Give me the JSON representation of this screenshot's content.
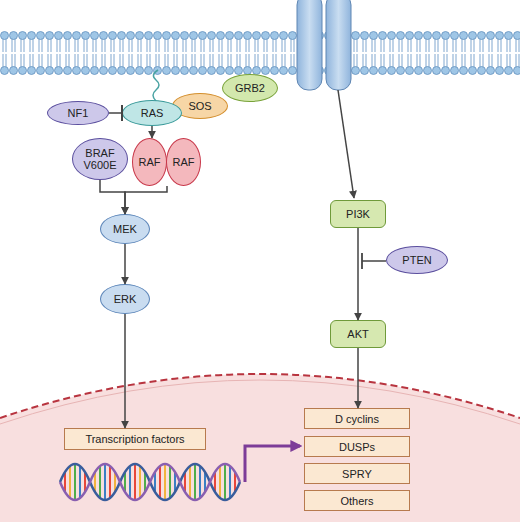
{
  "diagram": {
    "nodes": [
      {
        "text": [
          "NF1"
        ]
      },
      {
        "text": [
          "RAS"
        ]
      },
      {
        "text": [
          "SOS"
        ]
      },
      {
        "text": [
          "GRB2"
        ]
      },
      {
        "text": [
          "BRAF V600E"
        ]
      },
      {
        "text": [
          "RAF"
        ]
      },
      {
        "text": [
          "RAF"
        ]
      },
      {
        "text": [
          "MEK"
        ]
      },
      {
        "text": [
          "ERK"
        ]
      },
      {
        "text": [
          "Transcription factors"
        ]
      },
      {
        "text": [
          "PI3K"
        ]
      },
      {
        "text": [
          "PTEN"
        ]
      },
      {
        "text": [
          "AKT"
        ]
      },
      {
        "text": [
          "D cyclins"
        ]
      },
      {
        "text": [
          "DUSPs"
        ]
      },
      {
        "text": [
          "SPRY"
        ]
      },
      {
        "text": [
          "Others"
        ]
      }
    ],
    "edges": [
      {
        "from": 0,
        "to": 1,
        "arrow": "to"
      },
      {
        "from": 1,
        "to": 5,
        "arrow": "to"
      },
      {
        "from": 4,
        "to": 7,
        "arrow": "to"
      },
      {
        "from": 5,
        "to": 7,
        "arrow": "to"
      },
      {
        "from": 7,
        "to": 8,
        "arrow": "to"
      },
      {
        "from": 8,
        "to": 9,
        "arrow": "to"
      },
      {
        "from": 10,
        "to": 12,
        "arrow": "to"
      },
      {
        "from": 12,
        "to": 13,
        "arrow": "to"
      }
    ]
  }
}
